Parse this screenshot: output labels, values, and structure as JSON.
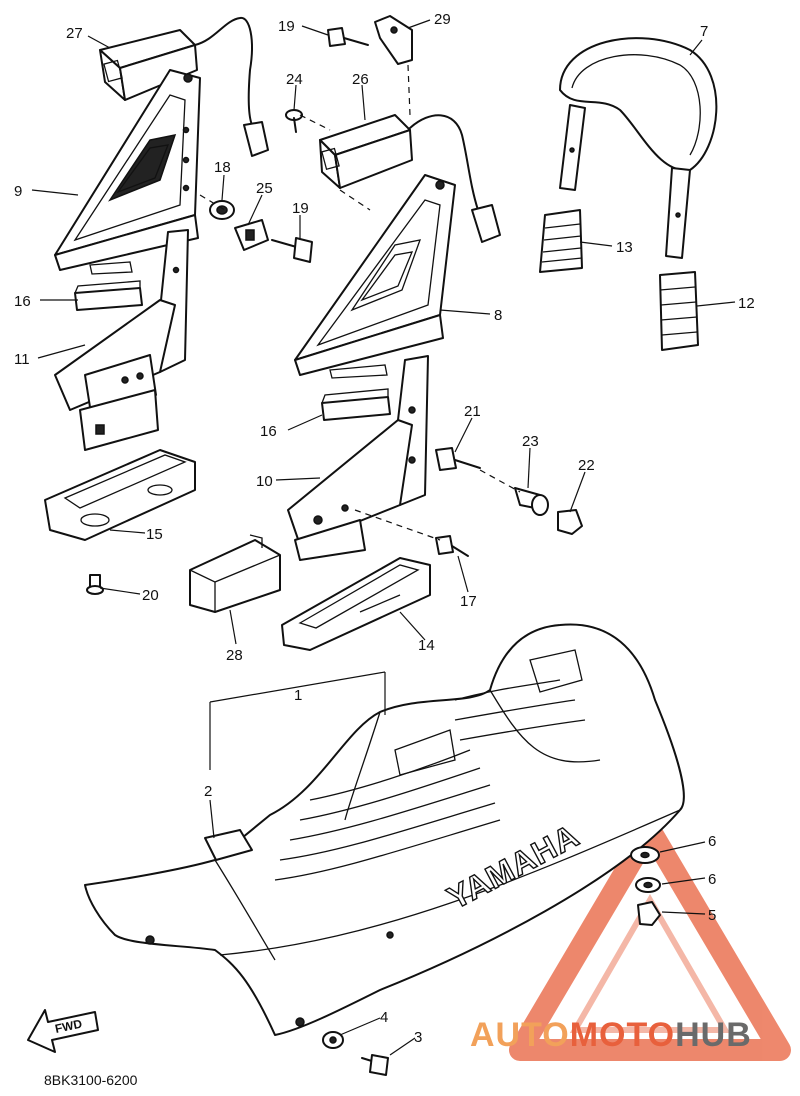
{
  "diagram": {
    "part_numbers": {
      "p1": "1",
      "p2": "2",
      "p3": "3",
      "p4": "4",
      "p5": "5",
      "p6a": "6",
      "p6b": "6",
      "p7": "7",
      "p8": "8",
      "p9": "9",
      "p10": "10",
      "p11": "11",
      "p12": "12",
      "p13": "13",
      "p14": "14",
      "p15": "15",
      "p16a": "16",
      "p16b": "16",
      "p17": "17",
      "p18": "18",
      "p19a": "19",
      "p19b": "19",
      "p20": "20",
      "p21": "21",
      "p22": "22",
      "p23": "23",
      "p24": "24",
      "p25": "25",
      "p26": "26",
      "p27": "27",
      "p28": "28",
      "p29": "29"
    },
    "seat_brand": "YAMAHA",
    "fwd_arrow": "FWD",
    "catalog_code": "8BK3100-6200"
  },
  "watermark": {
    "brand_parts": [
      "AUTO",
      "MOTO",
      "HUB"
    ],
    "colors": {
      "accent": "#e8603c",
      "light": "#f2a15a",
      "dark": "#6a6a6a"
    }
  }
}
